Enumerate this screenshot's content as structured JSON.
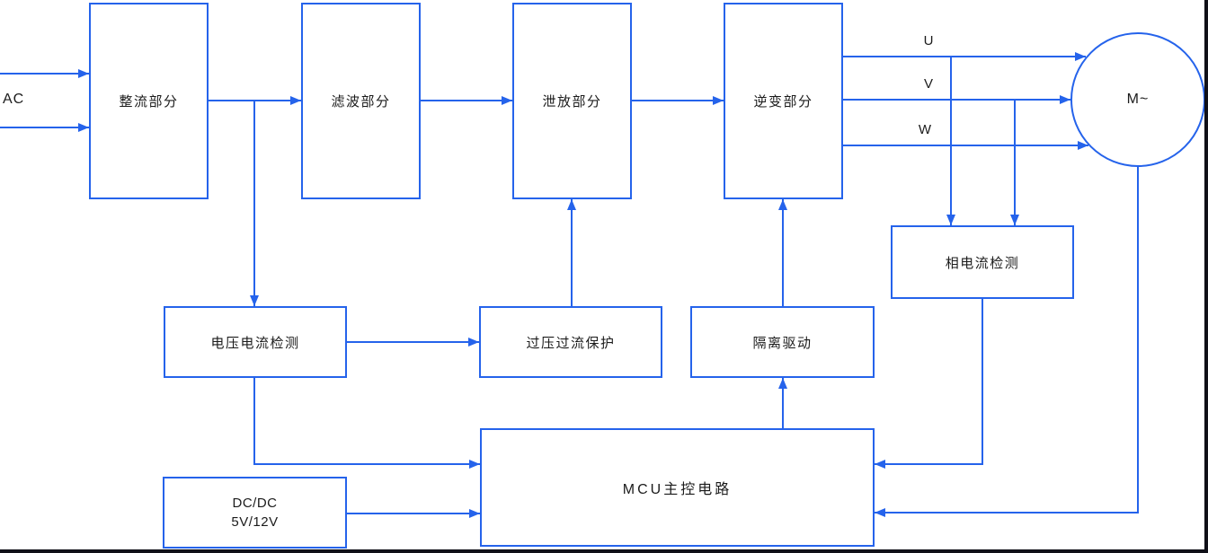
{
  "diagram": {
    "colors": {
      "line": "#2563eb",
      "text": "#1b1b1b",
      "border_bar": "#101018",
      "background": "#ffffff"
    },
    "ac_label": "AC",
    "motor_label": "M~",
    "phase_labels": {
      "u": "U",
      "v": "V",
      "w": "W"
    },
    "nodes": {
      "rectifier": "整流部分",
      "filter": "滤波部分",
      "discharge": "泄放部分",
      "inverter": "逆变部分",
      "phase_current_detection": "相电流检测",
      "voltage_current_detection": "电压电流检测",
      "overvoltage_overcurrent_protection": "过压过流保护",
      "isolated_drive": "隔离驱动",
      "mcu_main_control": "MCU主控电路",
      "dcdc_line1": "DC/DC",
      "dcdc_line2": "5V/12V"
    }
  }
}
